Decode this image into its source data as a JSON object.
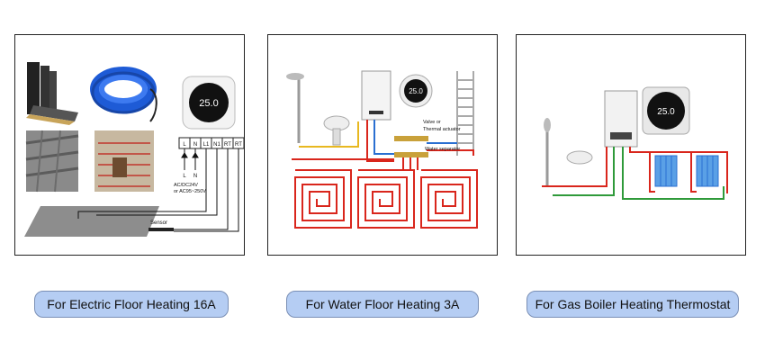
{
  "panels": [
    {
      "caption": "For Electric Floor Heating 16A",
      "thermostat_display": "25.0",
      "terminals": [
        "L",
        "N",
        "L1",
        "N1",
        "RT",
        "RT"
      ],
      "wire_labels": [
        "L",
        "N"
      ],
      "voltage_lines": [
        "AC/DC24V",
        "or  AC95~250V"
      ],
      "sensor_label": "Sensor"
    },
    {
      "caption": "For Water Floor Heating 3A",
      "thermostat_display": "25.0",
      "annotations": [
        "Valve or",
        "Thermal actuator",
        "Water separator"
      ]
    },
    {
      "caption": "For Gas Boiler Heating Thermostat",
      "thermostat_display": "25.0"
    }
  ],
  "colors": {
    "pill_bg": "#b5cdf3",
    "pill_border": "#7a8fb5",
    "pipe_red": "#d9261c",
    "pipe_yellow": "#e8b820",
    "pipe_green": "#2f9a3a",
    "pipe_blue": "#2a6fd1",
    "radiator_blue": "#5aa0e6"
  }
}
